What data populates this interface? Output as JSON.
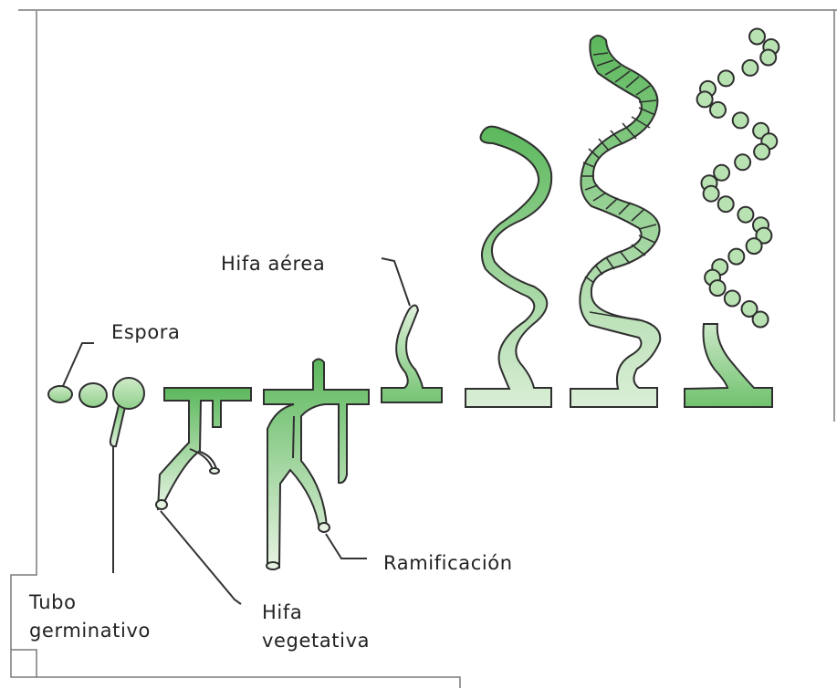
{
  "diagram": {
    "labels": {
      "espora": "Espora",
      "hifa_aerea": "Hifa aérea",
      "ramificacion": "Ramificación",
      "tubo_line1": "Tubo",
      "tubo_line2": "germinativo",
      "hifa_veg_line1": "Hifa",
      "hifa_veg_line2": "vegetativa"
    },
    "colors": {
      "hypha_dark": "#5cb85c",
      "hypha_light": "#dcefd8",
      "outline": "#2f2f2f",
      "frame": "#7a7a7a"
    },
    "stages": [
      "spore",
      "swollen-spore",
      "germinating-spore",
      "vegetative-hyphae",
      "branched-mycelium",
      "young-aerial-hypha",
      "spiral-aerial-hypha",
      "septate-aerial-hypha",
      "spore-chain"
    ]
  }
}
